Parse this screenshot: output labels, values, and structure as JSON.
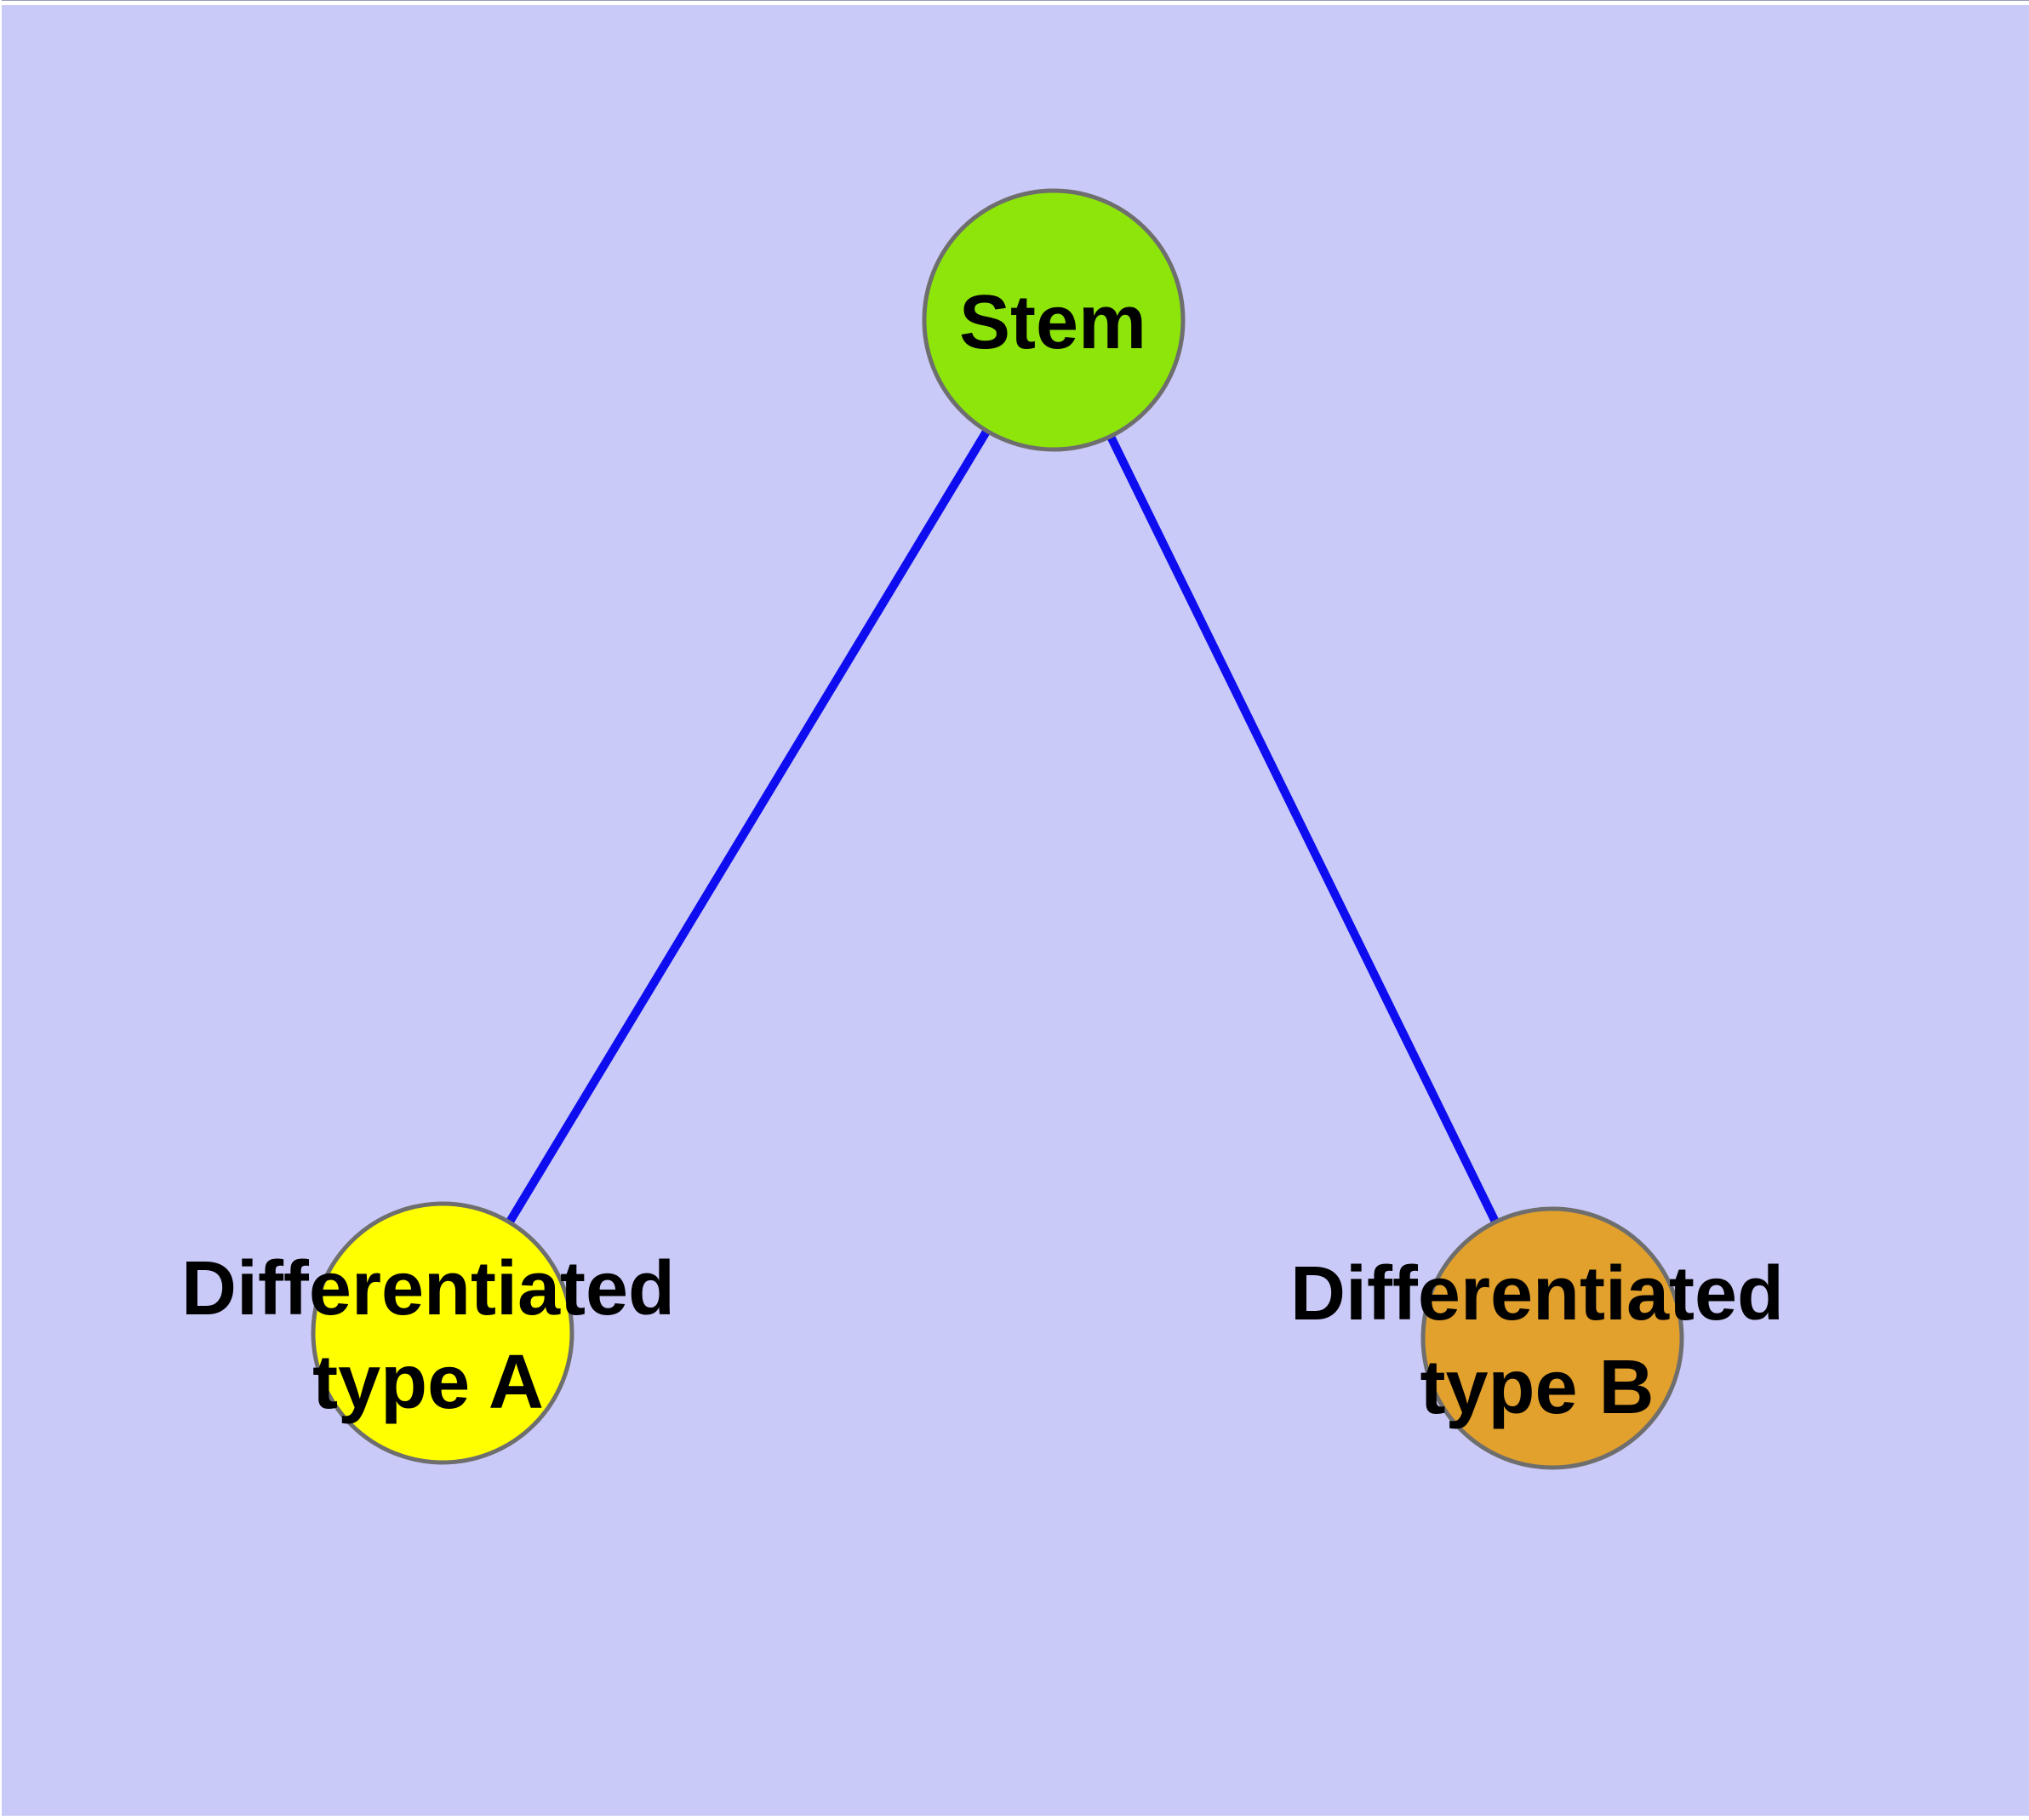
{
  "canvas": {
    "background": "#CACAF8",
    "frame_color": "#FFFFFF"
  },
  "diagram": {
    "type": "graph",
    "text_color": "#000000",
    "edge_color": "#0D0DF0",
    "node_border_color": "#6E6E6E",
    "nodes": [
      {
        "id": "stem",
        "label": "Stem",
        "fill": "#8DE50A"
      },
      {
        "id": "type-a",
        "lines": [
          "Differentiated",
          "type A"
        ],
        "fill": "#FFFF00"
      },
      {
        "id": "type-b",
        "lines": [
          "Differentiated",
          "type B"
        ],
        "fill": "#E2A02C"
      }
    ],
    "edges": [
      {
        "from": "Stem",
        "to": "Differentiated type A"
      },
      {
        "from": "Stem",
        "to": "Differentiated type B"
      }
    ]
  }
}
